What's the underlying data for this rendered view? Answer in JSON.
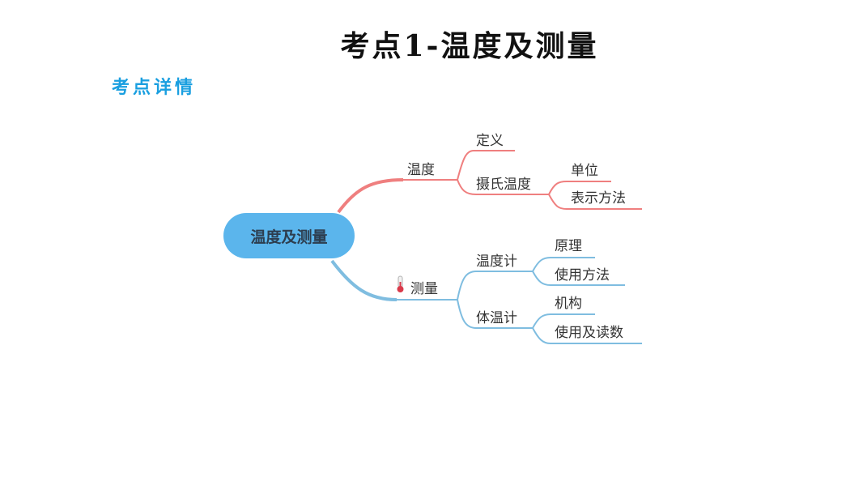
{
  "title": "考点1-温度及测量",
  "subtitle": "考点详情",
  "colors": {
    "red_branch": "#ef7f7f",
    "blue_branch": "#7fbde0",
    "root_fill": "#5bb5ec",
    "subtitle": "#1a9fe0"
  },
  "mindmap": {
    "root": "温度及测量",
    "temp": {
      "label": "温度",
      "definition": "定义",
      "celsius": {
        "label": "摄氏温度",
        "unit": "单位",
        "notation": "表示方法"
      }
    },
    "measure": {
      "label": "测量",
      "icon": "thermometer-icon",
      "thermometer": {
        "label": "温度计",
        "principle": "原理",
        "usage": "使用方法"
      },
      "clinical": {
        "label": "体温计",
        "structure": "机构",
        "reading": "使用及读数"
      }
    }
  }
}
